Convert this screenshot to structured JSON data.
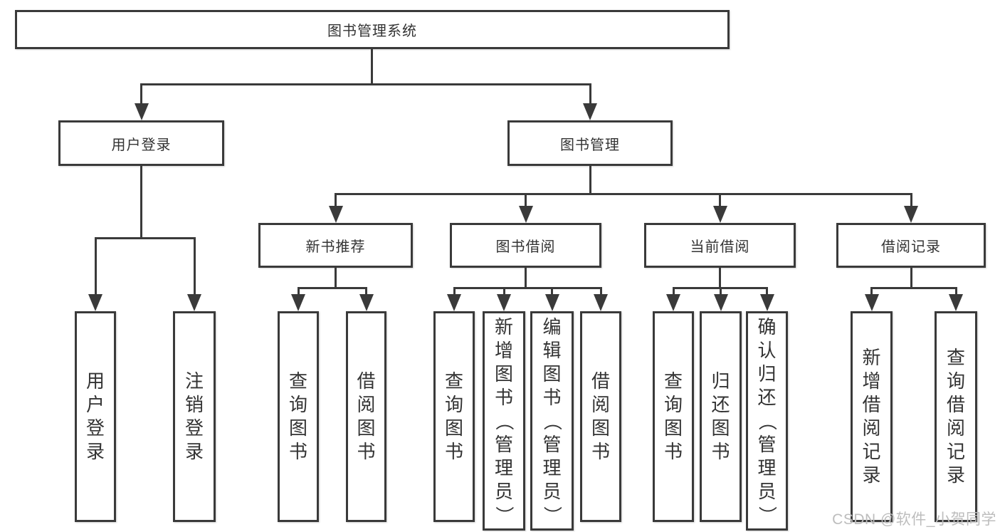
{
  "diagram_title": "图书管理系统",
  "tree": {
    "root": {
      "label": "图书管理系统"
    },
    "branches": [
      {
        "label": "用户登录",
        "children": [
          {
            "label": "用户登录"
          },
          {
            "label": "注销登录"
          }
        ]
      },
      {
        "label": "图书管理",
        "children": [
          {
            "label": "新书推荐",
            "children": [
              {
                "label": "查询图书"
              },
              {
                "label": "借阅图书"
              }
            ]
          },
          {
            "label": "图书借阅",
            "children": [
              {
                "label": "查询图书"
              },
              {
                "label": "新增图书（管理员）"
              },
              {
                "label": "编辑图书（管理员）"
              },
              {
                "label": "借阅图书"
              }
            ]
          },
          {
            "label": "当前借阅",
            "children": [
              {
                "label": "查询图书"
              },
              {
                "label": "归还图书"
              },
              {
                "label": "确认归还（管理员）"
              }
            ]
          },
          {
            "label": "借阅记录",
            "children": [
              {
                "label": "新增借阅记录"
              },
              {
                "label": "查询借阅记录"
              }
            ]
          }
        ]
      }
    ]
  },
  "watermark": {
    "text": "CSDN @软件_小贺同学"
  },
  "colors": {
    "line": "#3a3a3a",
    "text": "#333333",
    "background": "#ffffff",
    "watermark": "#bdbdbd"
  }
}
